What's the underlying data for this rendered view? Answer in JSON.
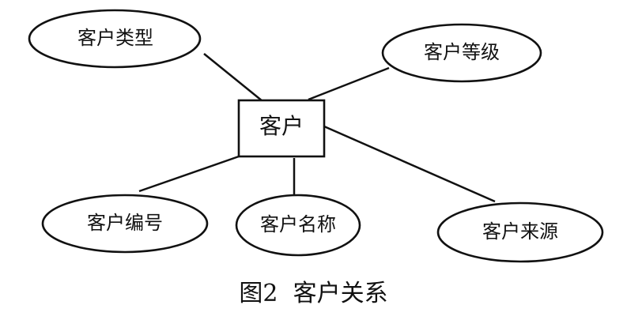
{
  "diagram": {
    "entity": {
      "label": "客户"
    },
    "attributes": [
      {
        "label": "客户类型"
      },
      {
        "label": "客户等级"
      },
      {
        "label": "客户编号"
      },
      {
        "label": "客户名称"
      },
      {
        "label": "客户来源"
      }
    ]
  },
  "caption": "图2  客户关系",
  "colors": {
    "line": "#111111",
    "background": "#ffffff"
  }
}
